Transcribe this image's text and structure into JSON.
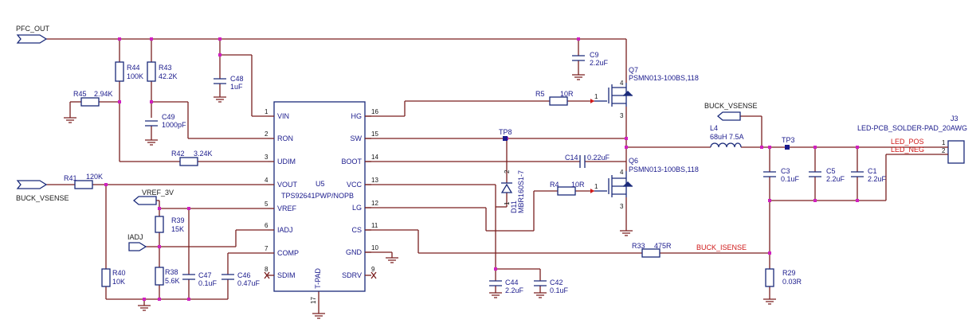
{
  "nets": {
    "pfc_out": "PFC_OUT",
    "buck_vsense_left": "BUCK_VSENSE",
    "buck_vsense_top": "BUCK_VSENSE",
    "vref_3v": "VREF_3V",
    "iadj": "IADJ",
    "buck_isense": "BUCK_ISENSE",
    "led_pos": "LED_POS",
    "led_neg": "LED_NEG"
  },
  "ic": {
    "ref": "U5",
    "part": "TPS92641PWP/NOPB",
    "tpad": "T-PAD",
    "tpad_pin": "17",
    "left_pins": [
      {
        "num": "1",
        "name": "VIN"
      },
      {
        "num": "2",
        "name": "RON"
      },
      {
        "num": "3",
        "name": "UDIM"
      },
      {
        "num": "4",
        "name": "VOUT"
      },
      {
        "num": "5",
        "name": "VREF"
      },
      {
        "num": "6",
        "name": "IADJ"
      },
      {
        "num": "7",
        "name": "COMP"
      },
      {
        "num": "8",
        "name": "SDIM"
      }
    ],
    "right_pins": [
      {
        "num": "16",
        "name": "HG"
      },
      {
        "num": "15",
        "name": "SW"
      },
      {
        "num": "14",
        "name": "BOOT"
      },
      {
        "num": "13",
        "name": "VCC"
      },
      {
        "num": "12",
        "name": "LG"
      },
      {
        "num": "11",
        "name": "CS"
      },
      {
        "num": "10",
        "name": "GND"
      },
      {
        "num": "9",
        "name": "SDRV"
      }
    ]
  },
  "parts": {
    "r44": {
      "ref": "R44",
      "val": "100K"
    },
    "r43": {
      "ref": "R43",
      "val": "42.2K"
    },
    "c48": {
      "ref": "C48",
      "val": "1uF"
    },
    "r45": {
      "ref": "R45",
      "val": "2.94K"
    },
    "c49": {
      "ref": "C49",
      "val": "1000pF"
    },
    "r42": {
      "ref": "R42",
      "val": "3.24K"
    },
    "r41": {
      "ref": "R41",
      "val": "120K"
    },
    "r39": {
      "ref": "R39",
      "val": "15K"
    },
    "r38": {
      "ref": "R38",
      "val": "5.6K"
    },
    "r40": {
      "ref": "R40",
      "val": "10K"
    },
    "c47": {
      "ref": "C47",
      "val": "0.1uF"
    },
    "c46": {
      "ref": "C46",
      "val": "0.47uF"
    },
    "c9": {
      "ref": "C9",
      "val": "2.2uF"
    },
    "q7": {
      "ref": "Q7",
      "val": "PSMN013-100BS,118",
      "g": "1",
      "d": "4",
      "s": "3"
    },
    "q6": {
      "ref": "Q6",
      "val": "PSMN013-100BS,118",
      "g": "1",
      "d": "4",
      "s": "3"
    },
    "r5": {
      "ref": "R5",
      "val": "10R"
    },
    "r4": {
      "ref": "R4",
      "val": "10R"
    },
    "tp8": {
      "ref": "TP8"
    },
    "tp3": {
      "ref": "TP3"
    },
    "c14": {
      "ref": "C14",
      "val": "0.22uF"
    },
    "d11": {
      "ref": "D11",
      "val": "MBR160S1-7",
      "p1": "1",
      "p2": "2"
    },
    "c44": {
      "ref": "C44",
      "val": "2.2uF"
    },
    "c42": {
      "ref": "C42",
      "val": "0.1uF"
    },
    "r33": {
      "ref": "R33",
      "val": "475R"
    },
    "l4": {
      "ref": "L4",
      "val": "68uH 7.5A"
    },
    "c3": {
      "ref": "C3",
      "val": "0.1uF"
    },
    "c5": {
      "ref": "C5",
      "val": "2.2uF"
    },
    "c1": {
      "ref": "C1",
      "val": "2.2uF"
    },
    "r29": {
      "ref": "R29",
      "val": "0.03R"
    },
    "j3": {
      "ref": "J3",
      "val": "LED-PCB_SOLDER-PAD_20AWG",
      "p1": "1",
      "p2": "2"
    }
  }
}
